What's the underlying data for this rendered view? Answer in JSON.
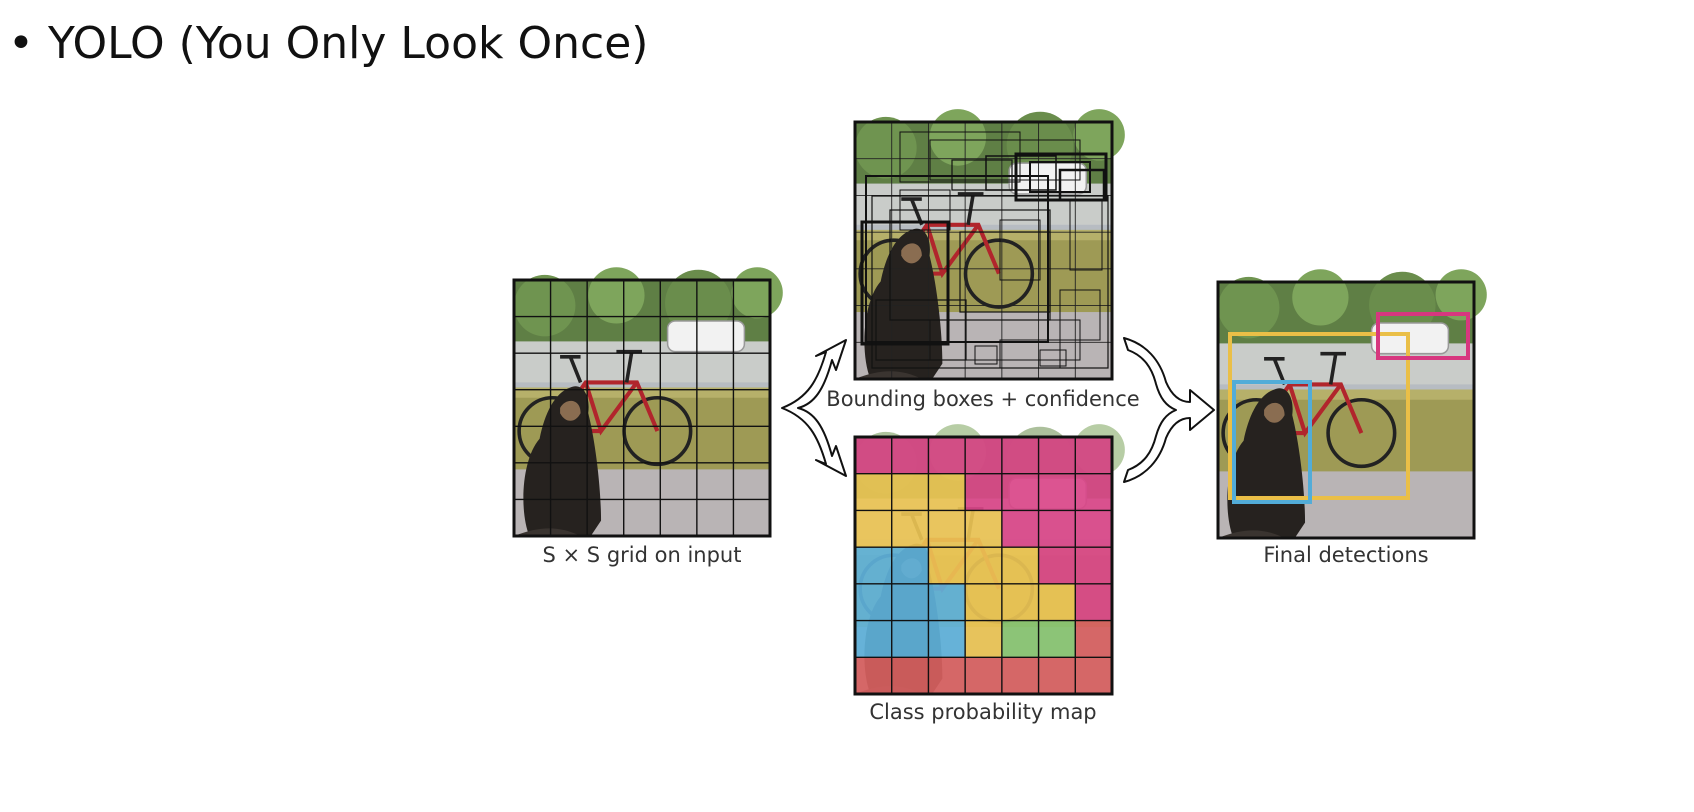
{
  "slide": {
    "bullet": "•",
    "title": "YOLO (You Only Look Once)"
  },
  "diagram": {
    "panels": {
      "input": {
        "caption": "S × S grid on input"
      },
      "boxes": {
        "caption": "Bounding boxes + confidence"
      },
      "classmap": {
        "caption": "Class probability map"
      },
      "final": {
        "caption": "Final detections"
      }
    },
    "grid_size": 7,
    "class_colors": {
      "magenta": "#d7377f",
      "yellow": "#eabf47",
      "blue": "#52acd8",
      "green": "#7fc166",
      "red": "#d55454"
    },
    "class_map": [
      [
        "magenta",
        "magenta",
        "magenta",
        "magenta",
        "magenta",
        "magenta",
        "magenta"
      ],
      [
        "yellow",
        "yellow",
        "yellow",
        "magenta",
        "magenta",
        "magenta",
        "magenta"
      ],
      [
        "yellow",
        "yellow",
        "yellow",
        "yellow",
        "magenta",
        "magenta",
        "magenta"
      ],
      [
        "blue",
        "blue",
        "yellow",
        "yellow",
        "yellow",
        "magenta",
        "magenta"
      ],
      [
        "blue",
        "blue",
        "blue",
        "yellow",
        "yellow",
        "yellow",
        "magenta"
      ],
      [
        "blue",
        "blue",
        "blue",
        "yellow",
        "green",
        "green",
        "red"
      ],
      [
        "red",
        "red",
        "red",
        "red",
        "red",
        "red",
        "red"
      ]
    ],
    "detection_colors": {
      "bicycle": "#eabf47",
      "dog": "#52acd8",
      "car": "#d7377f"
    }
  }
}
